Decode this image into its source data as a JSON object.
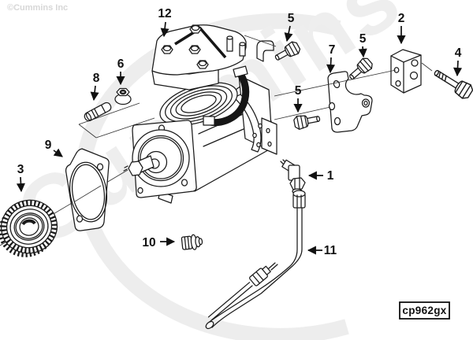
{
  "watermark": {
    "copyright": "©Cummins Inc",
    "brand": "Cummins"
  },
  "figure": {
    "code": "cp962gx"
  },
  "callouts": {
    "c1": "1",
    "c2": "2",
    "c3": "3",
    "c4": "4",
    "c5a": "5",
    "c5b": "5",
    "c5c": "5",
    "c6": "6",
    "c7": "7",
    "c8": "8",
    "c9": "9",
    "c10": "10",
    "c11": "11",
    "c12": "12"
  }
}
